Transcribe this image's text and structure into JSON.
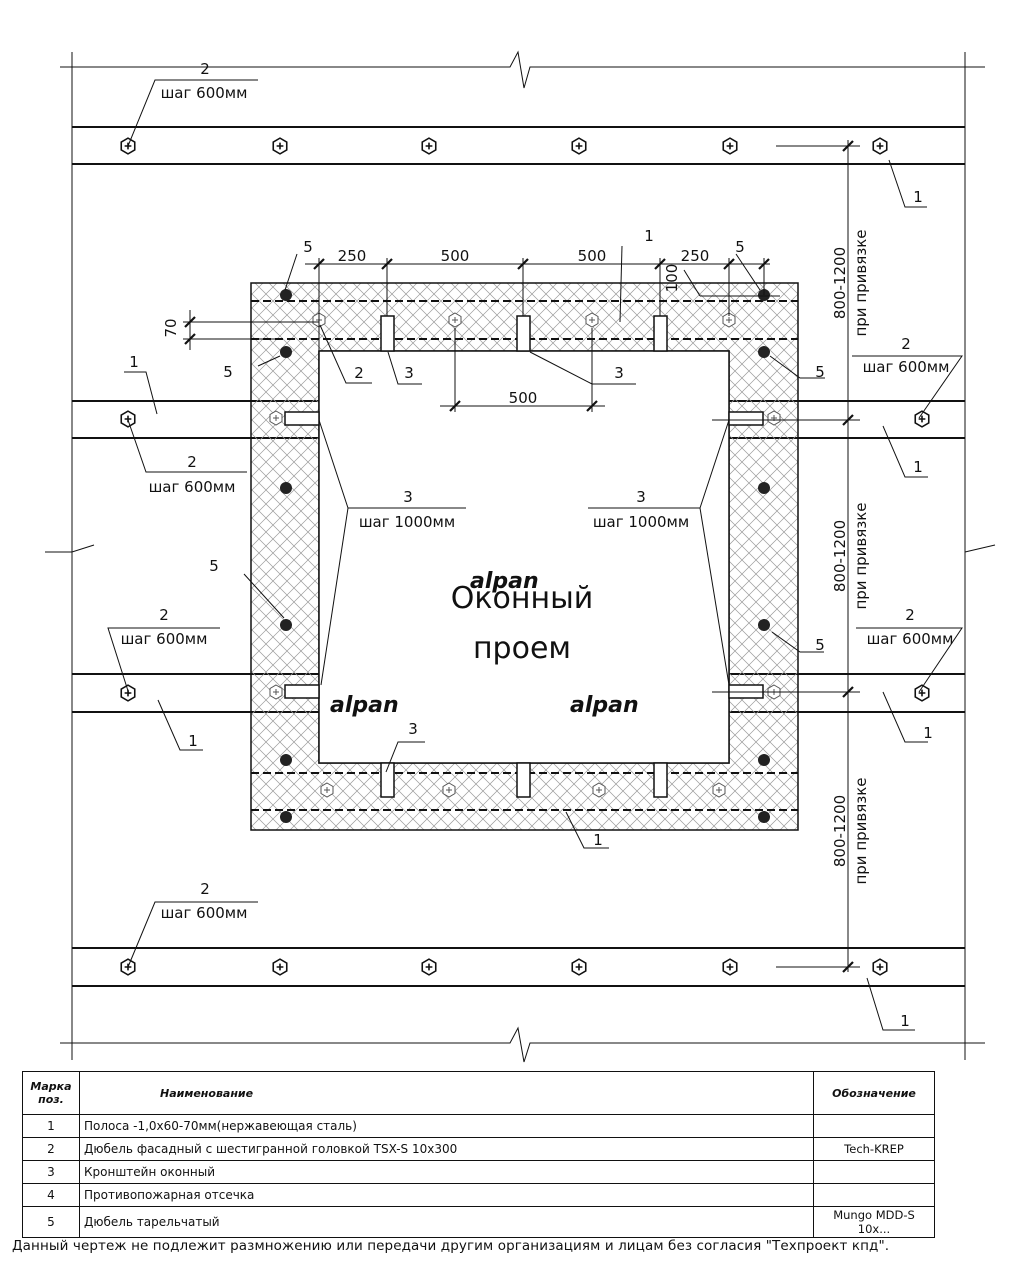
{
  "drawing": {
    "opening_label_line1": "Оконный",
    "opening_label_line2": "проем",
    "watermark_text": "alpan",
    "dimensions": {
      "d250_left": "250",
      "d500_a": "500",
      "d500_b": "500",
      "d250_right": "250",
      "d500_inner": "500",
      "d70": "70",
      "d100": "100",
      "span_range": "800-1200",
      "span_note": "при привязке"
    },
    "leaders": {
      "pos1": "1",
      "pos2": "2",
      "pos3": "3",
      "pos5": "5",
      "step600": "шаг 600мм",
      "step1000": "шаг 1000мм"
    }
  },
  "table": {
    "headers": {
      "mark": "Марка поз.",
      "name": "Наименование",
      "designation": "Обозначение"
    },
    "rows": [
      {
        "mark": "1",
        "name": "Полоса -1,0х60-70мм(нержавеющая сталь)",
        "designation": ""
      },
      {
        "mark": "2",
        "name": "Дюбель фасадный с шестигранной головкой TSX-S 10х300",
        "designation": "Tech-KREP"
      },
      {
        "mark": "3",
        "name": "Кронштейн оконный",
        "designation": ""
      },
      {
        "mark": "4",
        "name": "Противопожарная отсечка",
        "designation": ""
      },
      {
        "mark": "5",
        "name": "Дюбель тарельчатый",
        "designation": "Mungo MDD-S 10x..."
      }
    ]
  },
  "footer_note": "Данный чертеж не подлежит размножению или передачи другим организациям и лицам без согласия \"Техпроект кпд\"."
}
